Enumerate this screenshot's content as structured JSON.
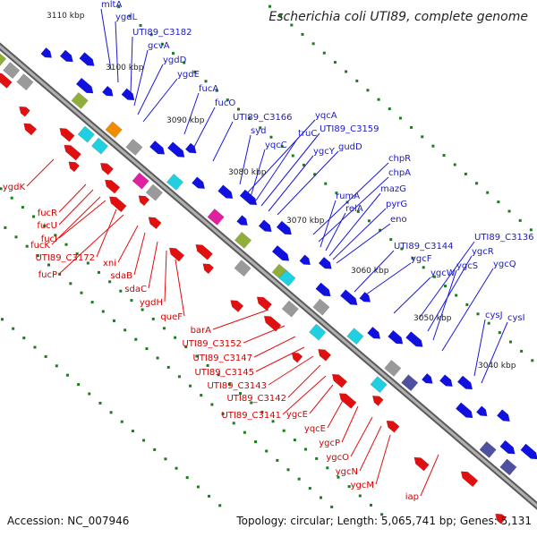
{
  "title": "Escherichia coli UTI89, complete genome",
  "footer": {
    "accession": "Accession: NC_007946",
    "topology": "Topology: circular; Length: 5,065,741 bp; Genes: 5,131"
  },
  "colors": {
    "forward": "#1010e0",
    "reverse": "#e01010",
    "backbone": "#8a8a8a",
    "tick_dots": "#1f7a1f",
    "cog_gray": "#9a9a9a",
    "cog_cyan": "#20d0e0",
    "cog_olive": "#8fae3a",
    "cog_purple": "#5050a0",
    "cog_orange": "#f08c00",
    "cog_magenta": "#e020a0"
  },
  "scale_ticks": [
    "3110 kbp",
    "3100 kbp",
    "3090 kbp",
    "3080 kbp",
    "3070 kbp",
    "3060 kbp",
    "3050 kbp",
    "3040 kbp"
  ],
  "forward_genes": [
    "mltA",
    "ygdL",
    "UTI89_C3182",
    "gcvA",
    "ygdD",
    "ygdE",
    "fucA",
    "fucO",
    "UTI89_C3166",
    "syd",
    "yqcA",
    "truC",
    "UTI89_C3159",
    "yqcC",
    "ygcY",
    "gudD",
    "chpR",
    "chpA",
    "rumA",
    "relA",
    "mazG",
    "pyrG",
    "eno",
    "UTI89_C3144",
    "ygcF",
    "UTI89_C3136",
    "ygcW",
    "ygcR",
    "ygcS",
    "ygcQ",
    "cysJ",
    "cysI"
  ],
  "reverse_genes": [
    "ygdK",
    "fucR",
    "fucU",
    "fucK",
    "fucI",
    "UTI89_C3172",
    "fucP",
    "xni",
    "sdaB",
    "sdaC",
    "ygdH",
    "queF",
    "barA",
    "UTI89_C3152",
    "UTI89_C3147",
    "UTI89_C3145",
    "UTI89_C3143",
    "UTI89_C3142",
    "UTI89_C3141",
    "ygcE",
    "yqcE",
    "ygcP",
    "ygcO",
    "ygcN",
    "ygcM",
    "iap"
  ]
}
